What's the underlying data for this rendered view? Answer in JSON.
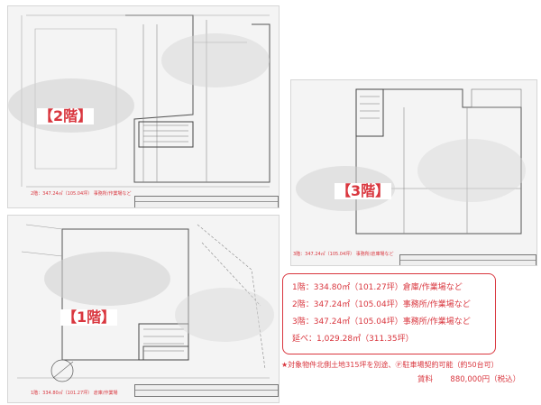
{
  "floors": {
    "second": {
      "label": "【2階】",
      "caption": "2階：347.24㎡（105.04坪） 事務所/作業場など"
    },
    "third": {
      "label": "【3階】",
      "caption": "3階：347.24㎡（105.04坪） 事務所/倉庫場など"
    },
    "first": {
      "label": "【1階】",
      "caption": "1階：334.80㎡（101.27坪） 倉庫/作業場"
    }
  },
  "summary": {
    "lines": [
      "1階：334.80㎡（101.27坪）倉庫/作業場など",
      "2階：347.24㎡（105.04坪）事務所/作業場など",
      "3階：347.24㎡（105.04坪）事務所/作業場など",
      "延べ：1,029.28㎡（311.35坪）"
    ],
    "note": "★対象物件北側土地315坪を別途、Ⓟ駐車場契約可能（約50台可）",
    "rent_label": "賃料",
    "rent_value": "880,000円（税込）"
  },
  "colors": {
    "accent": "#d9363e",
    "plan_line": "#555555",
    "paper": "#f7f7f7"
  }
}
